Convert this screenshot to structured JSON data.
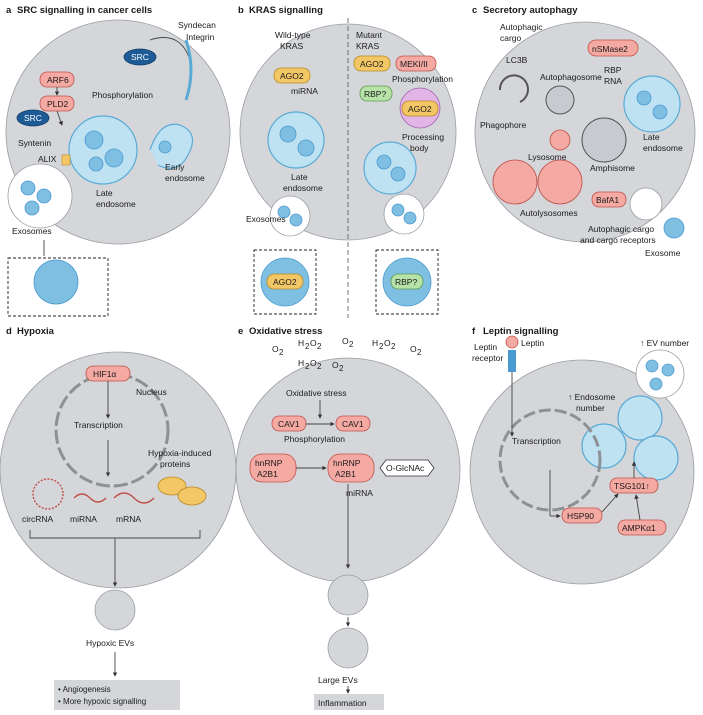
{
  "panels": {
    "a": {
      "letter": "a",
      "title": "SRC signalling in cancer cells",
      "src": "SRC",
      "syndecan": "Syndecan",
      "integrin": "Integrin",
      "arf6": "ARF6",
      "pld2": "PLD2",
      "phosphorylation": "Phosphorylation",
      "syntenin": "Syntenin",
      "alix": "ALIX",
      "early": "Early",
      "endosome": "endosome",
      "late": "Late",
      "exosomes": "Exosomes"
    },
    "b": {
      "letter": "b",
      "title": "KRAS signalling",
      "wild_type": "Wild-type",
      "mutant": "Mutant",
      "kras": "KRAS",
      "ago2": "AGO2",
      "mirna": "miRNA",
      "mek": "MEKI/II",
      "phosphorylation": "Phosphorylation",
      "rbp": "RBP?",
      "processing": "Processing",
      "body": "body",
      "late": "Late",
      "endosome": "endosome",
      "exosomes": "Exosomes"
    },
    "c": {
      "letter": "c",
      "title": "Secretory autophagy",
      "autophagic": "Autophagic",
      "cargo": "cargo",
      "lc3b": "LC3B",
      "autophagosome": "Autophagosome",
      "phagophore": "Phagophore",
      "nsmase2": "nSMase2",
      "rbp": "RBP",
      "rna": "RNA",
      "late": "Late",
      "endosome": "endosome",
      "lysosome": "Lysosome",
      "amphisome": "Amphisome",
      "autolysosomes": "Autolysosomes",
      "bafa1": "BafA1",
      "autophagic_cargo": "Autophagic cargo",
      "and_receptors": "and cargo receptors",
      "exosome": "Exosome"
    },
    "d": {
      "letter": "d",
      "title": "Hypoxia",
      "hif": "HIF1α",
      "nucleus": "Nucleus",
      "transcription": "Transcription",
      "hypoxia_induced": "Hypoxia-induced",
      "proteins": "proteins",
      "circrna": "circRNA",
      "mirna": "miRNA",
      "mrna": "mRNA",
      "hypoxic_evs": "Hypoxic EVs",
      "outcomes": [
        "• Angiogenesis",
        "• More hypoxic signalling"
      ]
    },
    "e": {
      "letter": "e",
      "title": "Oxidative stress",
      "ox_symbol": "O",
      "ox_sub": "2",
      "h2o2_h": "H",
      "h2o2_o": "O",
      "oxidative": "Oxidative stress",
      "cav1": "CAV1",
      "phosphorylation": "Phosphorylation",
      "hnrnp": "hnRNP",
      "a2b1": "A2B1",
      "oglcnac": "O-GlcNAc",
      "mirna": "miRNA",
      "large_evs": "Large EVs",
      "inflammation": "Inflammation"
    },
    "f": {
      "letter": "f",
      "title": "Leptin signalling",
      "leptin": "Leptin",
      "leptin_receptor_1": "Leptin",
      "leptin_receptor_2": "receptor",
      "ev_number": "↑ EV number",
      "endosome_1": "↑ Endosome",
      "endosome_2": "number",
      "transcription": "Transcription",
      "hsp90": "HSP90",
      "tsg101": "TSG101↑",
      "ampk": "AMPKα1"
    }
  },
  "colors": {
    "cell": "#d4d6d9",
    "endosome": "#bfe2f3",
    "vesicle": "#7fbfe2",
    "protein": "#f4a9a3",
    "src": "#1e5a96",
    "rbp": "#b7e2a8",
    "ago2": "#f3c766"
  }
}
